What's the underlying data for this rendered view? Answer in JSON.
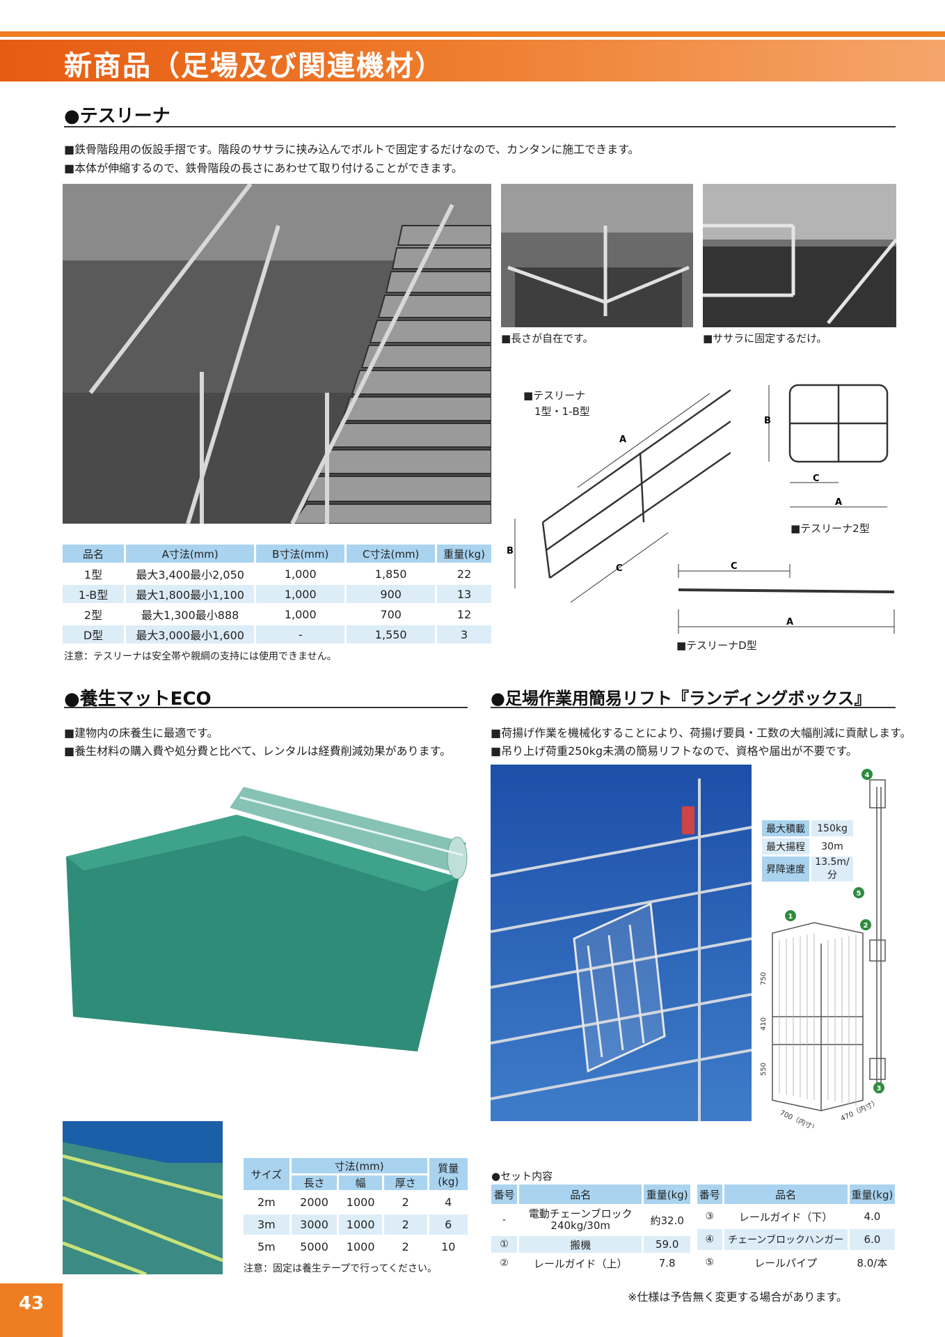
{
  "header": {
    "title": "新商品（足場及び関連機材）"
  },
  "tesurina": {
    "title": "●テスリーナ",
    "bullets": [
      "■鉄骨階段用の仮設手摺です。階段のササラに挟み込んでボルトで固定するだけなので、カンタンに施工できます。",
      "■本体が伸縮するので、鉄骨階段の長さにあわせて取り付けることができます。"
    ],
    "captions": {
      "left": "■長さが自在です。",
      "right": "■ササラに固定するだけ。"
    },
    "diagram": {
      "label_type1_line1": "■テスリーナ",
      "label_type1_line2": "1型・1-B型",
      "label_type2": "■テスリーナ2型",
      "label_typeD": "■テスリーナD型",
      "dim_a": "A",
      "dim_b": "B",
      "dim_c": "C"
    },
    "table": {
      "headers": [
        "品名",
        "A寸法(mm)",
        "B寸法(mm)",
        "C寸法(mm)",
        "重量(kg)"
      ],
      "rows": [
        [
          "1型",
          "最大3,400最小2,050",
          "1,000",
          "1,850",
          "22"
        ],
        [
          "1-B型",
          "最大1,800最小1,100",
          "1,000",
          "900",
          "13"
        ],
        [
          "2型",
          "最大1,300最小888",
          "1,000",
          "700",
          "12"
        ],
        [
          "D型",
          "最大3,000最小1,600",
          "-",
          "1,550",
          "3"
        ]
      ]
    },
    "note": "注意：テスリーナは安全帯や親綱の支持には使用できません。"
  },
  "mat": {
    "title": "●養生マットECO",
    "bullets": [
      "■建物内の床養生に最適です。",
      "■養生材料の購入費や処分費と比べて、レンタルは経費削減効果があります。"
    ],
    "table": {
      "h_size": "サイズ",
      "h_dim": "寸法(mm)",
      "h_weight": "質量 (kg)",
      "h_len": "長さ",
      "h_width": "幅",
      "h_thick": "厚さ",
      "rows": [
        [
          "2m",
          "2000",
          "1000",
          "2",
          "4"
        ],
        [
          "3m",
          "3000",
          "1000",
          "2",
          "6"
        ],
        [
          "5m",
          "5000",
          "1000",
          "2",
          "10"
        ]
      ]
    },
    "note": "注意：固定は養生テープで行ってください。"
  },
  "lift": {
    "title": "●足場作業用簡易リフト『ランディングボックス』",
    "bullets": [
      "■荷揚げ作業を機械化することにより、荷揚げ要員・工数の大幅削減に貢献します。",
      "■吊り上げ荷重250kg未満の簡易リフトなので、資格や届出が不要です。"
    ],
    "specs": [
      [
        "最大積載",
        "150kg"
      ],
      [
        "最大揚程",
        "30m"
      ],
      [
        "昇降速度",
        "13.5m/分"
      ]
    ],
    "diagram": {
      "markers": [
        "1",
        "2",
        "3",
        "4",
        "5"
      ],
      "dims": [
        "750",
        "410",
        "550",
        "700（内寸）",
        "470（内寸）"
      ]
    },
    "set_title": "●セット内容",
    "set_headers": [
      "番号",
      "品名",
      "重量(kg)"
    ],
    "set_left": [
      [
        "-",
        "電動チェーンブロック 240kg/30m",
        "約32.0"
      ],
      [
        "①",
        "搬機",
        "59.0"
      ],
      [
        "②",
        "レールガイド（上）",
        "7.8"
      ]
    ],
    "set_right": [
      [
        "③",
        "レールガイド（下）",
        "4.0"
      ],
      [
        "④",
        "チェーンブロックハンガー",
        "6.0"
      ],
      [
        "⑤",
        "レールパイプ",
        "8.0/本"
      ]
    ]
  },
  "footer": {
    "disclaimer": "※仕様は予告無く変更する場合があります。",
    "page_number": "43"
  }
}
